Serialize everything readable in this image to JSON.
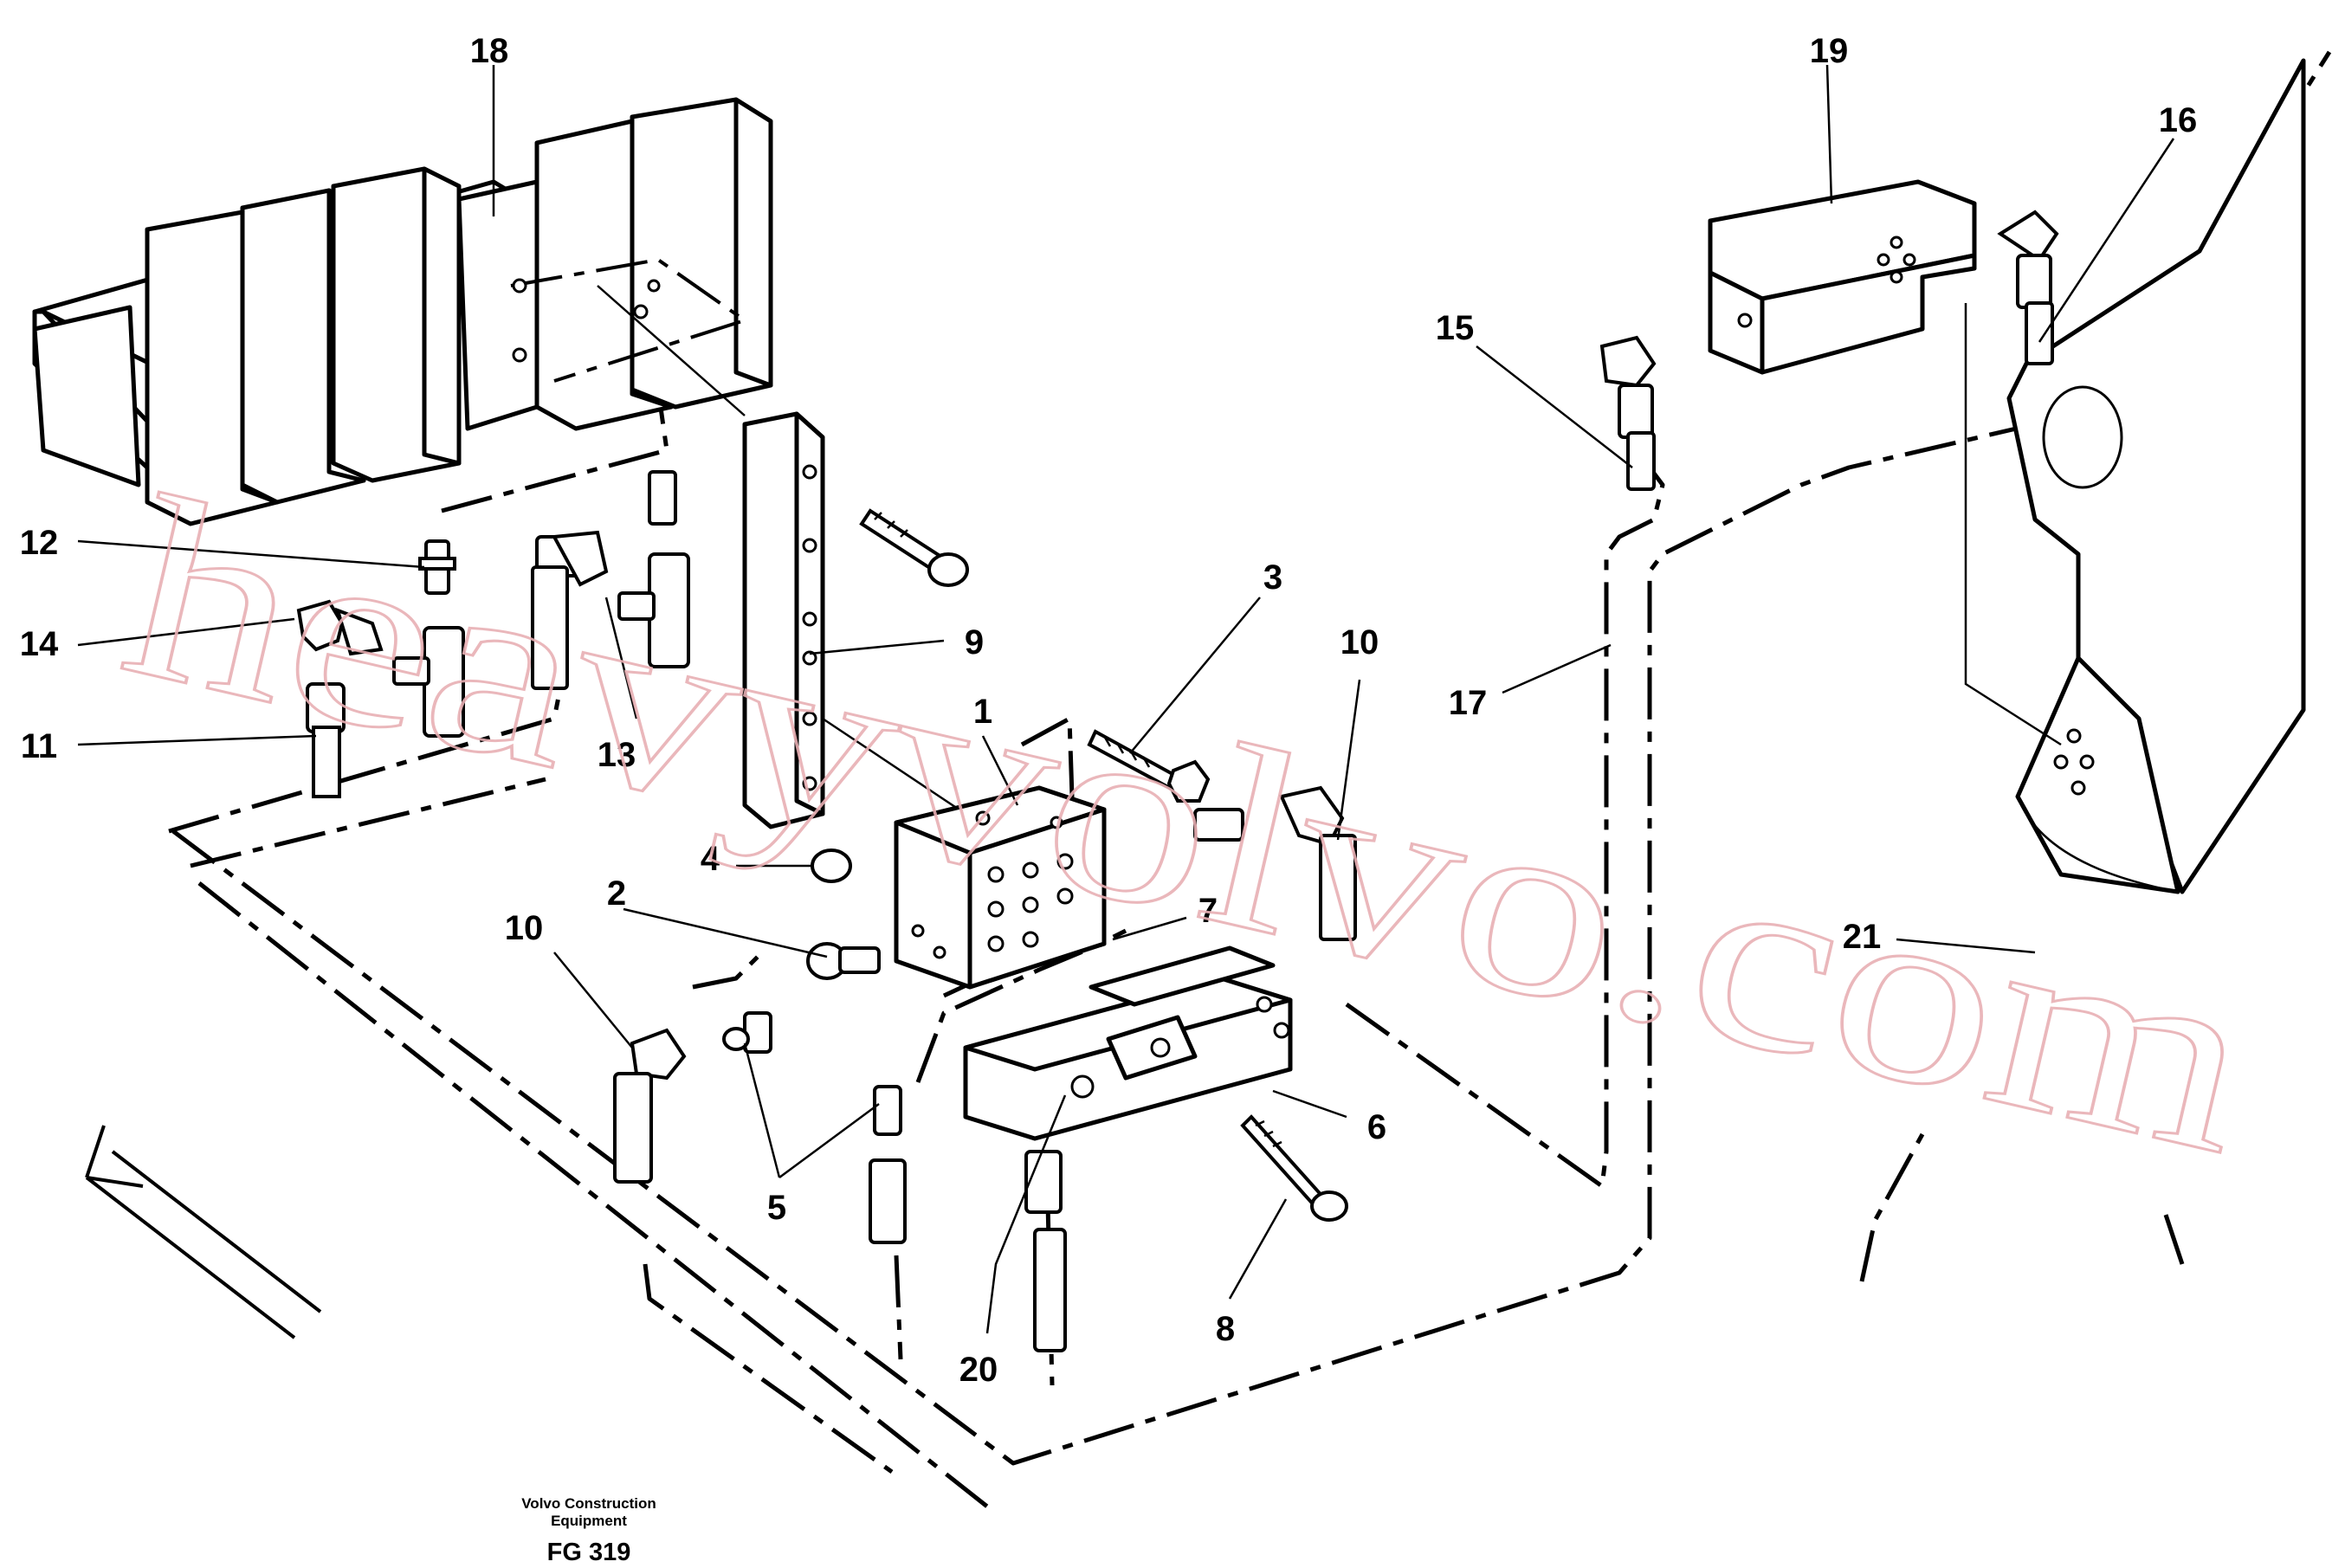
{
  "diagram": {
    "callouts": [
      {
        "id": "18",
        "text": "18"
      },
      {
        "id": "19",
        "text": "19"
      },
      {
        "id": "16",
        "text": "16"
      },
      {
        "id": "15",
        "text": "15"
      },
      {
        "id": "12",
        "text": "12"
      },
      {
        "id": "3",
        "text": "3"
      },
      {
        "id": "10a",
        "text": "10"
      },
      {
        "id": "14",
        "text": "14"
      },
      {
        "id": "9",
        "text": "9"
      },
      {
        "id": "17",
        "text": "17"
      },
      {
        "id": "1",
        "text": "1"
      },
      {
        "id": "11",
        "text": "11"
      },
      {
        "id": "13",
        "text": "13"
      },
      {
        "id": "4",
        "text": "4"
      },
      {
        "id": "2",
        "text": "2"
      },
      {
        "id": "7",
        "text": "7"
      },
      {
        "id": "21",
        "text": "21"
      },
      {
        "id": "10b",
        "text": "10"
      },
      {
        "id": "6",
        "text": "6"
      },
      {
        "id": "5",
        "text": "5"
      },
      {
        "id": "8",
        "text": "8"
      },
      {
        "id": "20",
        "text": "20"
      }
    ],
    "watermark": "heavyvolvo.com",
    "footer": {
      "line1": "Volvo Construction",
      "line2": "Equipment",
      "code": "FG 319"
    }
  }
}
